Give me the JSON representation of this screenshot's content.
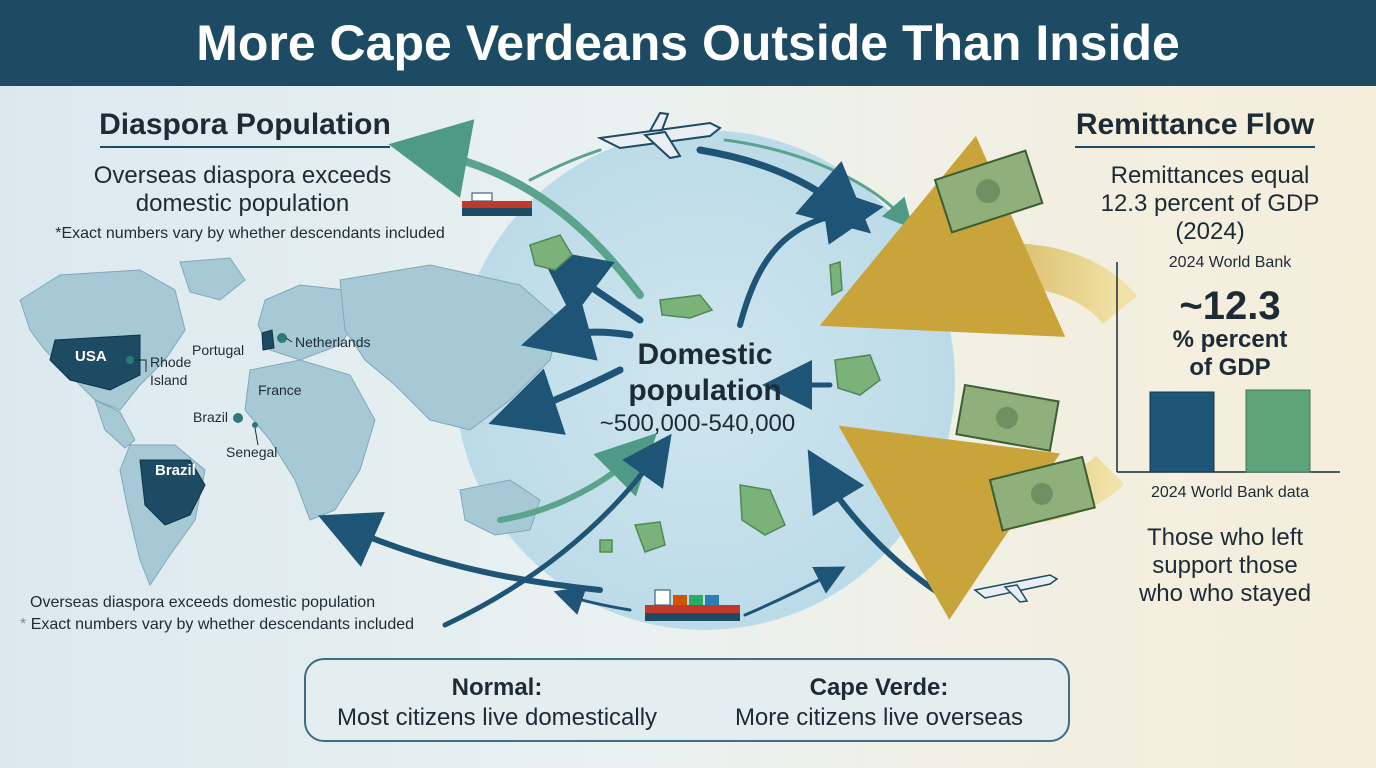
{
  "title": "More Cape Verdeans Outside Than Inside",
  "left": {
    "heading": "Diaspora Population",
    "line1": "Overseas diaspora exceeds",
    "line2": "domestic population",
    "footnote": "*Exact numbers vary by whether descendants included",
    "bottom_line1": "Overseas diaspora exceeds domestic population",
    "bottom_line2_star": "*",
    "bottom_line2": "Exact numbers vary by whether descendants included"
  },
  "map_labels": {
    "usa": "USA",
    "rhode1": "Rhode",
    "rhode2": "Island",
    "portugal": "Portugal",
    "netherlands": "Netherlands",
    "france": "France",
    "brazil_small": "Brazil",
    "senegal": "Senegal",
    "brazil": "Brazil"
  },
  "center": {
    "label1": "Domestic",
    "label2": "population",
    "value": "~500,000-540,000"
  },
  "right": {
    "heading": "Remittance Flow",
    "line1": "Remittances equal",
    "line2": "12.3 percent of GDP",
    "line3": "(2024)",
    "source_top": "2024 World Bank",
    "big_value": "~12.3",
    "unit1": "% percent",
    "unit2": "of GDP",
    "source_bottom": "2024 World Bank data",
    "support1": "Those who left",
    "support2": "support those",
    "support3": "who  who stayed"
  },
  "compare": {
    "normal_title": "Normal:",
    "normal_text": "Most citizens live domestically",
    "cv_title": "Cape Verde:",
    "cv_text": "More citizens live overseas"
  },
  "colors": {
    "navy": "#1c4b63",
    "gold": "#c9a43a",
    "green": "#5a9e74",
    "teal": "#6aa79a",
    "bar1": "#1e5476",
    "bar2": "#5ea37a"
  },
  "chart_data": {
    "type": "bar",
    "categories": [
      "",
      ""
    ],
    "values": [
      12.3,
      12.3
    ],
    "title": "",
    "xlabel": "",
    "ylabel": ""
  }
}
